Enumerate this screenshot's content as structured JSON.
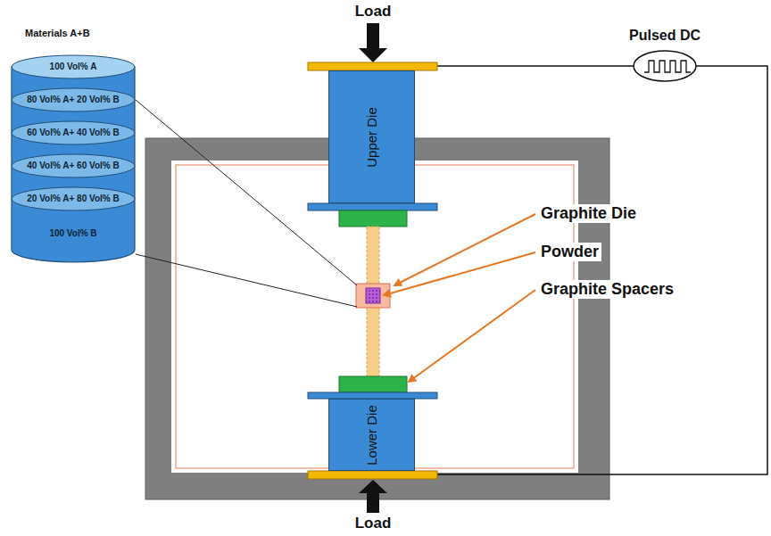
{
  "diagram": {
    "nodes": [
      {
        "text": [
          "Materials A+B"
        ]
      },
      {
        "text": [
          "100 Vol% A"
        ],
        "in": 0
      },
      {
        "text": [
          "80 Vol% A+ 20 Vol% B"
        ],
        "in": 0
      },
      {
        "text": [
          "60 Vol% A+ 40 Vol% B"
        ],
        "in": 0
      },
      {
        "text": [
          "40 Vol% A+ 60 Vol% B"
        ],
        "in": 0
      },
      {
        "text": [
          "20 Vol% A+ 80 Vol% B"
        ],
        "in": 0
      },
      {
        "text": [
          "100 Vol% B"
        ],
        "in": 0
      },
      {
        "text": [
          "Upper Die"
        ]
      },
      {
        "text": [
          "Lower Die"
        ]
      }
    ],
    "labels": [
      "Load",
      "Pulsed DC",
      "Graphite Die",
      "Powder",
      "Graphite Spacers",
      "Load"
    ]
  }
}
